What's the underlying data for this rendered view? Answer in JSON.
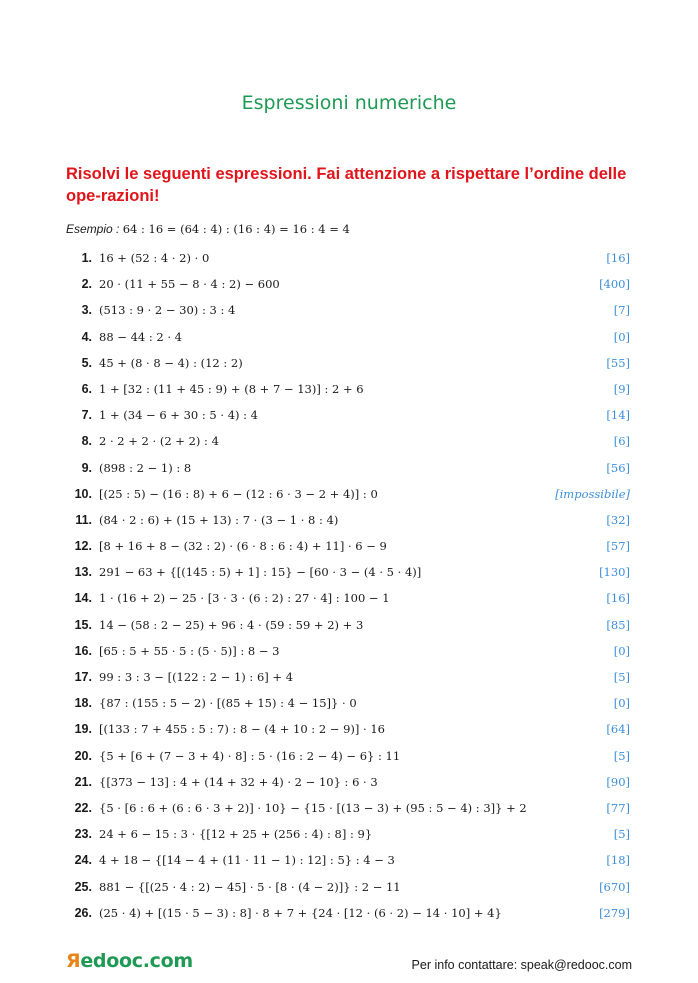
{
  "page_title": "Espressioni numeriche",
  "instruction": "Risolvi le seguenti espressioni. Fai attenzione a rispettare l’ordine delle ope-razioni!",
  "example": {
    "label": "Esempio :",
    "expression": "64 : 16 = (64 : 4) : (16 : 4) = 16 : 4 = 4"
  },
  "exercises": [
    {
      "num": "1.",
      "expr": "16 + (52 : 4 · 2) · 0",
      "answer": "[16]"
    },
    {
      "num": "2.",
      "expr": "20 · (11 + 55 − 8 · 4 : 2) − 600",
      "answer": "[400]"
    },
    {
      "num": "3.",
      "expr": "(513 : 9 · 2 − 30) : 3 : 4",
      "answer": "[7]"
    },
    {
      "num": "4.",
      "expr": "88 − 44 : 2 · 4",
      "answer": "[0]"
    },
    {
      "num": "5.",
      "expr": "45 + (8 · 8 − 4) : (12 : 2)",
      "answer": "[55]"
    },
    {
      "num": "6.",
      "expr": "1 + [32 : (11 + 45 : 9) + (8 + 7 − 13)] : 2 + 6",
      "answer": "[9]"
    },
    {
      "num": "7.",
      "expr": "1 + (34 − 6 + 30 : 5 · 4) : 4",
      "answer": "[14]"
    },
    {
      "num": "8.",
      "expr": "2 · 2 + 2 · (2 + 2) : 4",
      "answer": "[6]"
    },
    {
      "num": "9.",
      "expr": "(898 : 2 − 1) : 8",
      "answer": "[56]"
    },
    {
      "num": "10.",
      "expr": "[(25 : 5) − (16 : 8) + 6 − (12 : 6 · 3 − 2 + 4)] : 0",
      "answer": "[impossibile]"
    },
    {
      "num": "11.",
      "expr": "(84 · 2 : 6) + (15 + 13) : 7 · (3 − 1 · 8 : 4)",
      "answer": "[32]"
    },
    {
      "num": "12.",
      "expr": "[8 + 16 + 8 − (32 : 2) · (6 · 8 : 6 : 4) + 11] · 6 − 9",
      "answer": "[57]"
    },
    {
      "num": "13.",
      "expr": "291 − 63 + {[(145 : 5) + 1] : 15} − [60 · 3 − (4 · 5 · 4)]",
      "answer": "[130]"
    },
    {
      "num": "14.",
      "expr": "1 · (16 + 2) − 25 · [3 · 3 · (6 : 2) : 27 · 4] : 100 − 1",
      "answer": "[16]"
    },
    {
      "num": "15.",
      "expr": "14 − (58 : 2 − 25) + 96 : 4 · (59 : 59 + 2) + 3",
      "answer": "[85]"
    },
    {
      "num": "16.",
      "expr": "[65 : 5 + 55 · 5 : (5 · 5)] : 8 − 3",
      "answer": "[0]"
    },
    {
      "num": "17.",
      "expr": "99 : 3 : 3 − [(122 : 2 − 1) : 6] + 4",
      "answer": "[5]"
    },
    {
      "num": "18.",
      "expr": "{87 : (155 : 5 − 2) · [(85 + 15) : 4 − 15]} · 0",
      "answer": "[0]"
    },
    {
      "num": "19.",
      "expr": "[(133 : 7 + 455 : 5 : 7) : 8 − (4 + 10 : 2 − 9)] · 16",
      "answer": "[64]"
    },
    {
      "num": "20.",
      "expr": "{5 + [6 + (7 − 3 + 4) · 8] : 5 · (16 : 2 − 4) − 6} : 11",
      "answer": "[5]"
    },
    {
      "num": "21.",
      "expr": "{[373 − 13] : 4 + (14 + 32 + 4) · 2 − 10} : 6 · 3",
      "answer": "[90]"
    },
    {
      "num": "22.",
      "expr": "{5 · [6 : 6 + (6 : 6 · 3 + 2)] · 10} − {15 · [(13 − 3) + (95 : 5 − 4) : 3]} + 2",
      "answer": "[77]"
    },
    {
      "num": "23.",
      "expr": "24 + 6 − 15 : 3 · {[12 + 25 + (256 : 4) : 8] : 9}",
      "answer": "[5]"
    },
    {
      "num": "24.",
      "expr": "4 + 18 − {[14 − 4 + (11 · 11 − 1) : 12] : 5} : 4 − 3",
      "answer": "[18]"
    },
    {
      "num": "25.",
      "expr": "881 − {[(25 · 4 : 2) − 45] · 5 · [8 · (4 − 2)]} : 2 − 11",
      "answer": "[670]"
    },
    {
      "num": "26.",
      "expr": "(25 · 4) + [(15 · 5 − 3) : 8] · 8 + 7 + {24 · [12 · (6 · 2) − 14 · 10] + 4}",
      "answer": "[279]"
    }
  ],
  "footer": {
    "logo_r": "Я",
    "logo_rest": "edooc.com",
    "contact": "Per info contattare: speak@redooc.com"
  }
}
